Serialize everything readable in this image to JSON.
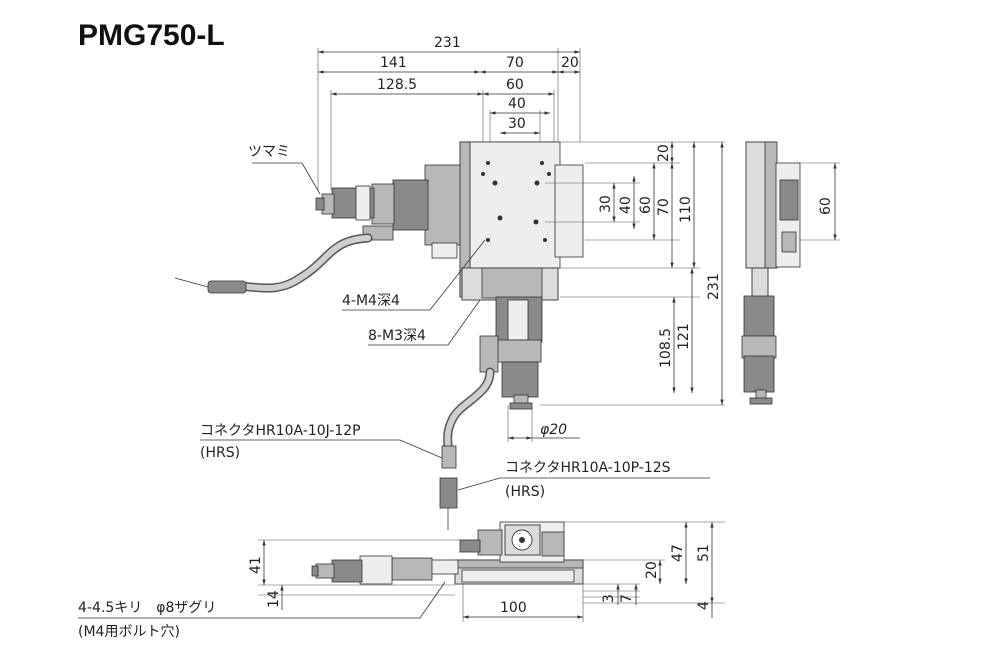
{
  "title": "PMG750-L",
  "labels": {
    "knob": "ツマミ",
    "tap_m4": "4-M4深4",
    "tap_m3": "8-M3深4",
    "connector_j": "コネクタHR10A-10J-12P",
    "connector_j_maker": "(HRS)",
    "connector_p": "コネクタHR10A-10P-12S",
    "connector_p_maker": "(HRS)",
    "holes": "4-4.5キリ　φ8ザグリ",
    "holes_note": "(M4用ボルト穴)"
  },
  "dimensions": {
    "top_231": "231",
    "top_141": "141",
    "top_70": "70",
    "top_20": "20",
    "top_128_5": "128.5",
    "top_60": "60",
    "top_40": "40",
    "top_30": "30",
    "r_20": "20",
    "r_30": "30",
    "r_40": "40",
    "r_60": "60",
    "r_70": "70",
    "r_110": "110",
    "r_231": "231",
    "r_108_5": "108.5",
    "r_121": "121",
    "phi20": "φ20",
    "side_60": "60",
    "f_41": "41",
    "f_14": "14",
    "f_100": "100",
    "f_3": "3",
    "f_7": "7",
    "f_20": "20",
    "f_47": "47",
    "f_51": "51",
    "f_4": "4"
  }
}
